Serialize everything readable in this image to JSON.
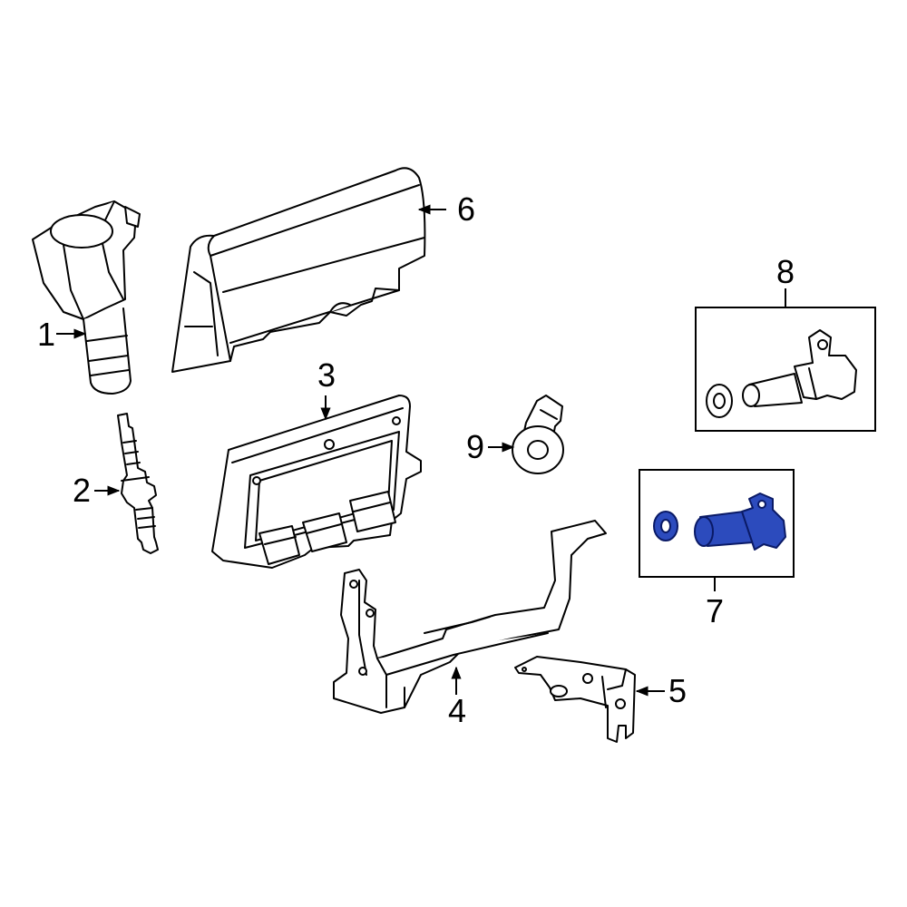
{
  "diagram": {
    "colors": {
      "outline": "#000000",
      "fill": "#ffffff",
      "highlight_fill": "#2c4bbd",
      "highlight_stroke": "#0a1a66"
    },
    "callouts": [
      {
        "id": "1",
        "label": "1"
      },
      {
        "id": "2",
        "label": "2"
      },
      {
        "id": "3",
        "label": "3"
      },
      {
        "id": "4",
        "label": "4"
      },
      {
        "id": "5",
        "label": "5"
      },
      {
        "id": "6",
        "label": "6"
      },
      {
        "id": "7",
        "label": "7"
      },
      {
        "id": "8",
        "label": "8"
      },
      {
        "id": "9",
        "label": "9"
      }
    ],
    "highlighted_part": "7"
  }
}
